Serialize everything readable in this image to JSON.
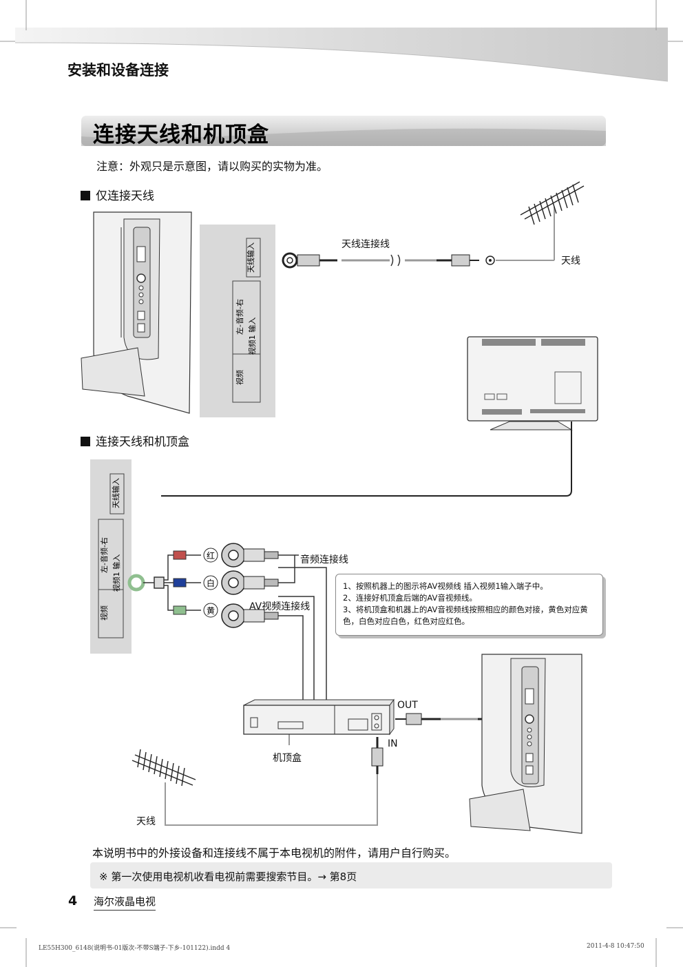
{
  "header": {
    "title": "安装和设备连接"
  },
  "section": {
    "title": "连接天线和机顶盒"
  },
  "note": "注意：外观只是示意图，请以购买的实物为准。",
  "sub1": {
    "title": "仅连接天线"
  },
  "sub2": {
    "title": "连接天线和机顶盒"
  },
  "diagram1": {
    "panel_antenna_in": "天线输入",
    "panel_audio": "左-音频-右",
    "panel_video1_in": "视频1 输入",
    "panel_video": "视频",
    "cable_label": "天线连接线",
    "antenna_label": "天线"
  },
  "diagram2": {
    "panel_antenna_in": "天线输入",
    "panel_audio": "左-音频-右",
    "panel_video1_in": "视频1 输入",
    "panel_video": "视频",
    "red": "红",
    "white": "白",
    "yellow": "黄",
    "audio_cable": "音频连接线",
    "av_cable": "AV视频连接线",
    "out": "OUT",
    "in": "IN",
    "stb": "机顶盒",
    "antenna": "天线"
  },
  "instructions": [
    "1、按照机器上的图示将AV视频线 插入视频1输入端子中。",
    "2、连接好机顶盒后端的AV音视频线。",
    "3、将机顶盒和机器上的AV音视频线按照相应的颜色对接，黄色对应黄色，白色对应白色，红色对应红色。"
  ],
  "disclaimer": "本说明书中的外接设备和连接线不属于本电视机的附件，请用户自行购买。",
  "tip": "※ 第一次使用电视机收看电视前需要搜索节目。→ 第8页",
  "footer": {
    "page_number": "4",
    "brand": "海尔液晶电视",
    "file": "LE55H300_6148(说明书-01版次-不带S端子-下乡-101122).indd   4",
    "datetime": "2011-4-8   10:47:50"
  },
  "colors": {
    "red_plug": "#c0504d",
    "white_plug": "#1f3f9a",
    "yellow_plug": "#8fbf8f",
    "gray_bar": "#d9d9d9"
  }
}
